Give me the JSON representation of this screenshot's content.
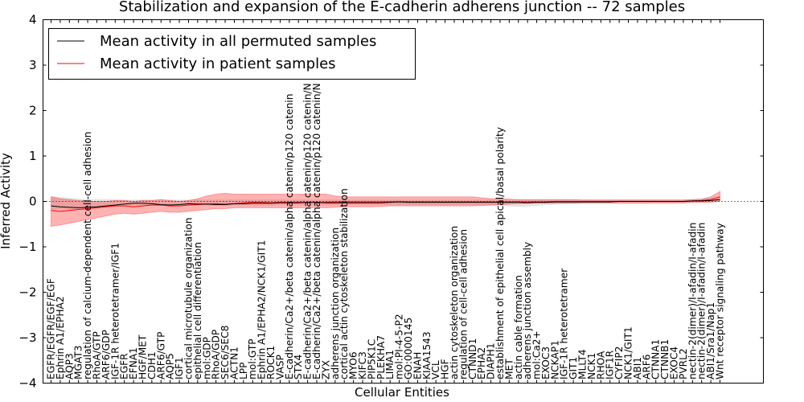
{
  "chart_data": {
    "type": "line",
    "title": "Stabilization and expansion of the E-cadherin adherens junction -- 72 samples",
    "xlabel": "Cellular Entities",
    "ylabel": "Inferred Activity",
    "ylim": [
      -4,
      4
    ],
    "yticks": [
      -4,
      -3,
      -2,
      -1,
      0,
      1,
      2,
      3,
      4
    ],
    "ytick_labels": [
      "−4",
      "−3",
      "−2",
      "−1",
      "0",
      "1",
      "2",
      "3",
      "4"
    ],
    "grid": false,
    "legend_position": "top-left",
    "legend": [
      {
        "label": "Mean activity in all permuted samples",
        "color": "#000000"
      },
      {
        "label": "Mean activity in patient samples",
        "color": "#ff0000"
      }
    ],
    "categories": [
      "EGFR/EGFR/EGF/EGF",
      "Ephrin A1/EPHA2",
      "AQP3",
      "MGAT3",
      "regulation of calcium-dependent cell-cell adhesion",
      "RhoA/GTP",
      "ARF6/GDP",
      "IGF-1R heterotetramer/IGF1",
      "EGFR",
      "EFNA1",
      "HGF/MET",
      "CDH1",
      "ARF6/GTP",
      "AQP5",
      "IGF1",
      "cortical microtubule organization",
      "epithelial cell differentiation",
      "mol:GDP",
      "RhoA/GDP",
      "SEC6/SEC8",
      "ACTN1",
      "LPP",
      "mol:GTP",
      "Ephrin A1/EPHA2/NCK1/GIT1",
      "ROCK1",
      "VASP",
      "E-cadherin/Ca2+/beta catenin/alpha catenin/p120 catenin",
      "STX4",
      "E-cadherin/Ca2+/beta catenin/alpha catenin/p120 catenin/N",
      "E-cadherin/Ca2+/beta catenin/alpha catenin/p120 catenin/N",
      "ZYX",
      "adherens junction organization",
      "cortical actin cytoskeleton stabilization",
      "MYO6",
      "KIFC3",
      "PIP5K1C",
      "PLEKHA7",
      "LIMA1",
      "mol:PI-4-5-P2",
      "GO:0000145",
      "ENAH",
      "KIAA1543",
      "VCL",
      "HGF",
      "actin cytoskeleton organization",
      "regulation of cell-cell adhesion",
      "CTNND1",
      "EPHA2",
      "DIAPH1",
      "establishment of epithelial cell apical/basal polarity",
      "MET",
      "actin cable formation",
      "adherens junction assembly",
      "mol:Ca2+",
      "EXOC3",
      "NCKAP1",
      "IGF-1R heterotetramer",
      "GIT1",
      "MLLT4",
      "NCK1",
      "RHOA",
      "IGF1R",
      "CYFIP2",
      "NCK1/GIT1",
      "ABI1",
      "ARF6",
      "CTNNA1",
      "CTNNB1",
      "EXOC4",
      "PVRL2",
      "nectin-2(dimer)/I-afadin/I-afadin",
      "nectin-2(dimer)/I-afadin/I-afadin",
      "ABI1/Sra1/Nap1",
      "Wnt receptor signaling pathway"
    ],
    "series": [
      {
        "name": "Mean activity in all permuted samples",
        "color": "#000000",
        "values": [
          -0.1,
          -0.12,
          -0.13,
          -0.14,
          -0.13,
          -0.12,
          -0.1,
          -0.08,
          -0.06,
          -0.04,
          -0.04,
          -0.05,
          -0.07,
          -0.08,
          -0.07,
          -0.05,
          -0.06,
          -0.06,
          -0.07,
          -0.07,
          -0.05,
          -0.05,
          -0.04,
          -0.04,
          -0.04,
          -0.03,
          -0.03,
          -0.03,
          -0.02,
          -0.02,
          -0.03,
          -0.03,
          -0.03,
          -0.03,
          -0.03,
          -0.03,
          -0.03,
          -0.02,
          -0.01,
          -0.02,
          -0.02,
          -0.02,
          -0.02,
          -0.02,
          -0.02,
          -0.02,
          -0.02,
          -0.02,
          -0.02,
          -0.02,
          -0.02,
          -0.02,
          -0.03,
          -0.02,
          -0.02,
          -0.01,
          -0.01,
          -0.01,
          -0.01,
          -0.01,
          -0.01,
          -0.01,
          0.0,
          0.0,
          0.0,
          0.0,
          0.0,
          0.0,
          0.0,
          0.0,
          0.01,
          0.01,
          0.02,
          0.04
        ],
        "band": {
          "lower": [
            -0.18,
            -0.18,
            -0.18,
            -0.18,
            -0.16,
            -0.14,
            -0.12,
            -0.1,
            -0.09,
            -0.09,
            -0.09,
            -0.09,
            -0.09,
            -0.09,
            -0.09,
            -0.09,
            -0.09,
            -0.09,
            -0.09,
            -0.09,
            -0.09,
            -0.09,
            -0.09,
            -0.09,
            -0.09,
            -0.08,
            -0.08,
            -0.08,
            -0.08,
            -0.08,
            -0.08,
            -0.08,
            -0.08,
            -0.08,
            -0.08,
            -0.08,
            -0.08,
            -0.08,
            -0.08,
            -0.08,
            -0.08,
            -0.08,
            -0.08,
            -0.08,
            -0.08,
            -0.08,
            -0.08,
            -0.08,
            -0.09,
            -0.1,
            -0.11,
            -0.12,
            -0.12,
            -0.1,
            -0.08,
            -0.07,
            -0.06,
            -0.06,
            -0.06,
            -0.06,
            -0.06,
            -0.06,
            -0.06,
            -0.06,
            -0.06,
            -0.06,
            -0.05,
            -0.05,
            -0.05,
            -0.04,
            -0.03,
            -0.02,
            -0.01,
            0.0
          ],
          "upper": [
            0.12,
            0.1,
            0.08,
            0.06,
            0.05,
            0.05,
            0.05,
            0.05,
            0.04,
            0.04,
            0.04,
            0.04,
            0.04,
            0.04,
            0.04,
            0.04,
            0.04,
            0.04,
            0.04,
            0.04,
            0.04,
            0.04,
            0.04,
            0.04,
            0.04,
            0.04,
            0.04,
            0.04,
            0.04,
            0.04,
            0.04,
            0.04,
            0.04,
            0.04,
            0.04,
            0.04,
            0.04,
            0.04,
            0.04,
            0.04,
            0.04,
            0.04,
            0.04,
            0.04,
            0.04,
            0.04,
            0.04,
            0.04,
            0.04,
            0.04,
            0.04,
            0.04,
            0.04,
            0.04,
            0.04,
            0.04,
            0.04,
            0.04,
            0.04,
            0.04,
            0.04,
            0.04,
            0.04,
            0.04,
            0.04,
            0.04,
            0.04,
            0.04,
            0.04,
            0.04,
            0.05,
            0.06,
            0.08,
            0.1
          ]
        }
      },
      {
        "name": "Mean activity in patient samples",
        "color": "#ff0000",
        "values": [
          -0.2,
          -0.22,
          -0.2,
          -0.18,
          -0.16,
          -0.14,
          -0.12,
          -0.1,
          -0.1,
          -0.12,
          -0.1,
          -0.08,
          -0.08,
          -0.1,
          -0.1,
          -0.08,
          -0.07,
          -0.06,
          -0.05,
          -0.06,
          -0.05,
          -0.03,
          -0.02,
          -0.02,
          -0.03,
          -0.02,
          -0.02,
          -0.02,
          -0.02,
          -0.02,
          -0.02,
          -0.01,
          -0.01,
          -0.01,
          -0.01,
          -0.01,
          -0.01,
          -0.01,
          -0.01,
          -0.01,
          -0.01,
          -0.01,
          -0.01,
          -0.01,
          -0.01,
          -0.01,
          -0.01,
          -0.01,
          -0.01,
          -0.01,
          -0.01,
          -0.01,
          -0.01,
          -0.01,
          -0.01,
          0.0,
          0.0,
          0.0,
          0.0,
          0.0,
          0.0,
          0.0,
          0.0,
          0.0,
          0.0,
          0.0,
          0.0,
          0.0,
          0.0,
          0.0,
          0.01,
          0.02,
          0.04,
          0.1
        ],
        "band": {
          "lower": [
            -0.55,
            -0.52,
            -0.48,
            -0.44,
            -0.4,
            -0.36,
            -0.32,
            -0.28,
            -0.26,
            -0.28,
            -0.26,
            -0.24,
            -0.22,
            -0.24,
            -0.24,
            -0.22,
            -0.2,
            -0.18,
            -0.16,
            -0.16,
            -0.14,
            -0.14,
            -0.14,
            -0.14,
            -0.14,
            -0.14,
            -0.14,
            -0.14,
            -0.14,
            -0.14,
            -0.14,
            -0.13,
            -0.12,
            -0.12,
            -0.12,
            -0.12,
            -0.11,
            -0.1,
            -0.1,
            -0.1,
            -0.1,
            -0.1,
            -0.1,
            -0.1,
            -0.1,
            -0.1,
            -0.1,
            -0.09,
            -0.08,
            -0.07,
            -0.06,
            -0.05,
            -0.04,
            -0.04,
            -0.04,
            -0.04,
            -0.04,
            -0.04,
            -0.03,
            -0.03,
            -0.03,
            -0.03,
            -0.03,
            -0.03,
            -0.03,
            -0.03,
            -0.03,
            -0.03,
            -0.03,
            -0.03,
            -0.02,
            -0.02,
            -0.02,
            0.0
          ],
          "upper": [
            0.1,
            0.06,
            0.04,
            0.02,
            0.0,
            0.0,
            0.0,
            0.02,
            0.02,
            0.0,
            0.02,
            0.02,
            0.04,
            0.02,
            0.0,
            0.02,
            0.06,
            0.12,
            0.16,
            0.18,
            0.16,
            0.16,
            0.16,
            0.16,
            0.16,
            0.16,
            0.16,
            0.16,
            0.16,
            0.16,
            0.16,
            0.12,
            0.1,
            0.1,
            0.1,
            0.1,
            0.1,
            0.1,
            0.1,
            0.1,
            0.1,
            0.1,
            0.1,
            0.1,
            0.1,
            0.1,
            0.1,
            0.08,
            0.06,
            0.06,
            0.05,
            0.04,
            0.04,
            0.04,
            0.04,
            0.04,
            0.04,
            0.04,
            0.03,
            0.03,
            0.03,
            0.03,
            0.03,
            0.03,
            0.03,
            0.03,
            0.03,
            0.03,
            0.03,
            0.03,
            0.04,
            0.05,
            0.1,
            0.22
          ]
        }
      }
    ],
    "reference_line": {
      "y": 0.0,
      "style": "dotted",
      "color": "#000000"
    }
  }
}
